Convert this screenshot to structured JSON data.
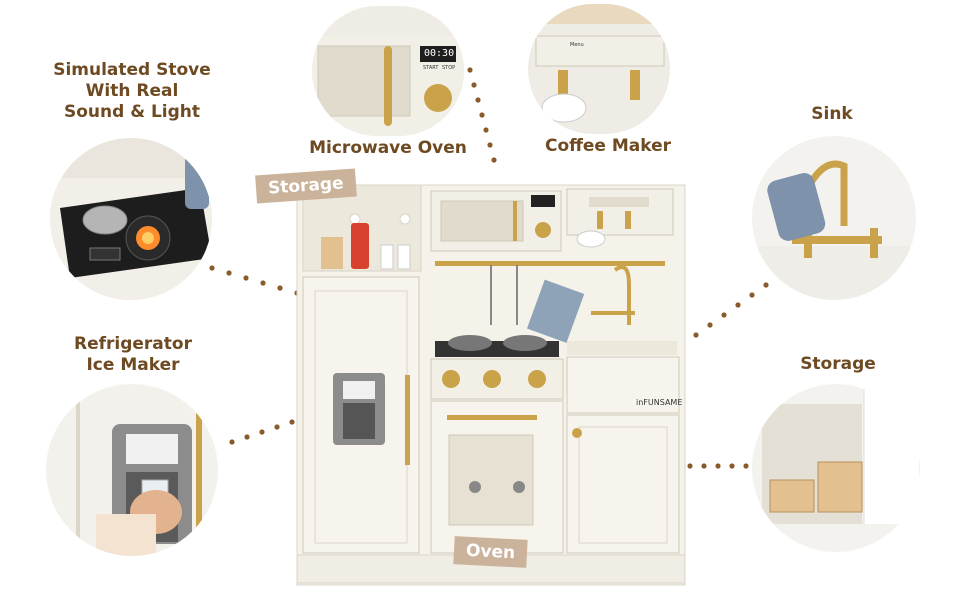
{
  "callouts": {
    "stove": [
      "Simulated Stove",
      "With Real",
      "Sound & Light"
    ],
    "microwave": "Microwave Oven",
    "coffee": "Coffee Maker",
    "sink": "Sink",
    "fridge": [
      "Refrigerator",
      "Ice Maker"
    ],
    "storage_right": "Storage"
  },
  "tags": {
    "storage": "Storage",
    "oven": "Oven"
  },
  "product": {
    "brand": "inFUNSAME",
    "timer": "00:30",
    "start": "START",
    "stop": "STOP",
    "menu": "Menu"
  },
  "colors": {
    "label": "#6e4a22",
    "dots": "#8a5a2b",
    "tag": "#cbb29a",
    "gold": "#c9a24a",
    "cream": "#f5f2ea"
  }
}
